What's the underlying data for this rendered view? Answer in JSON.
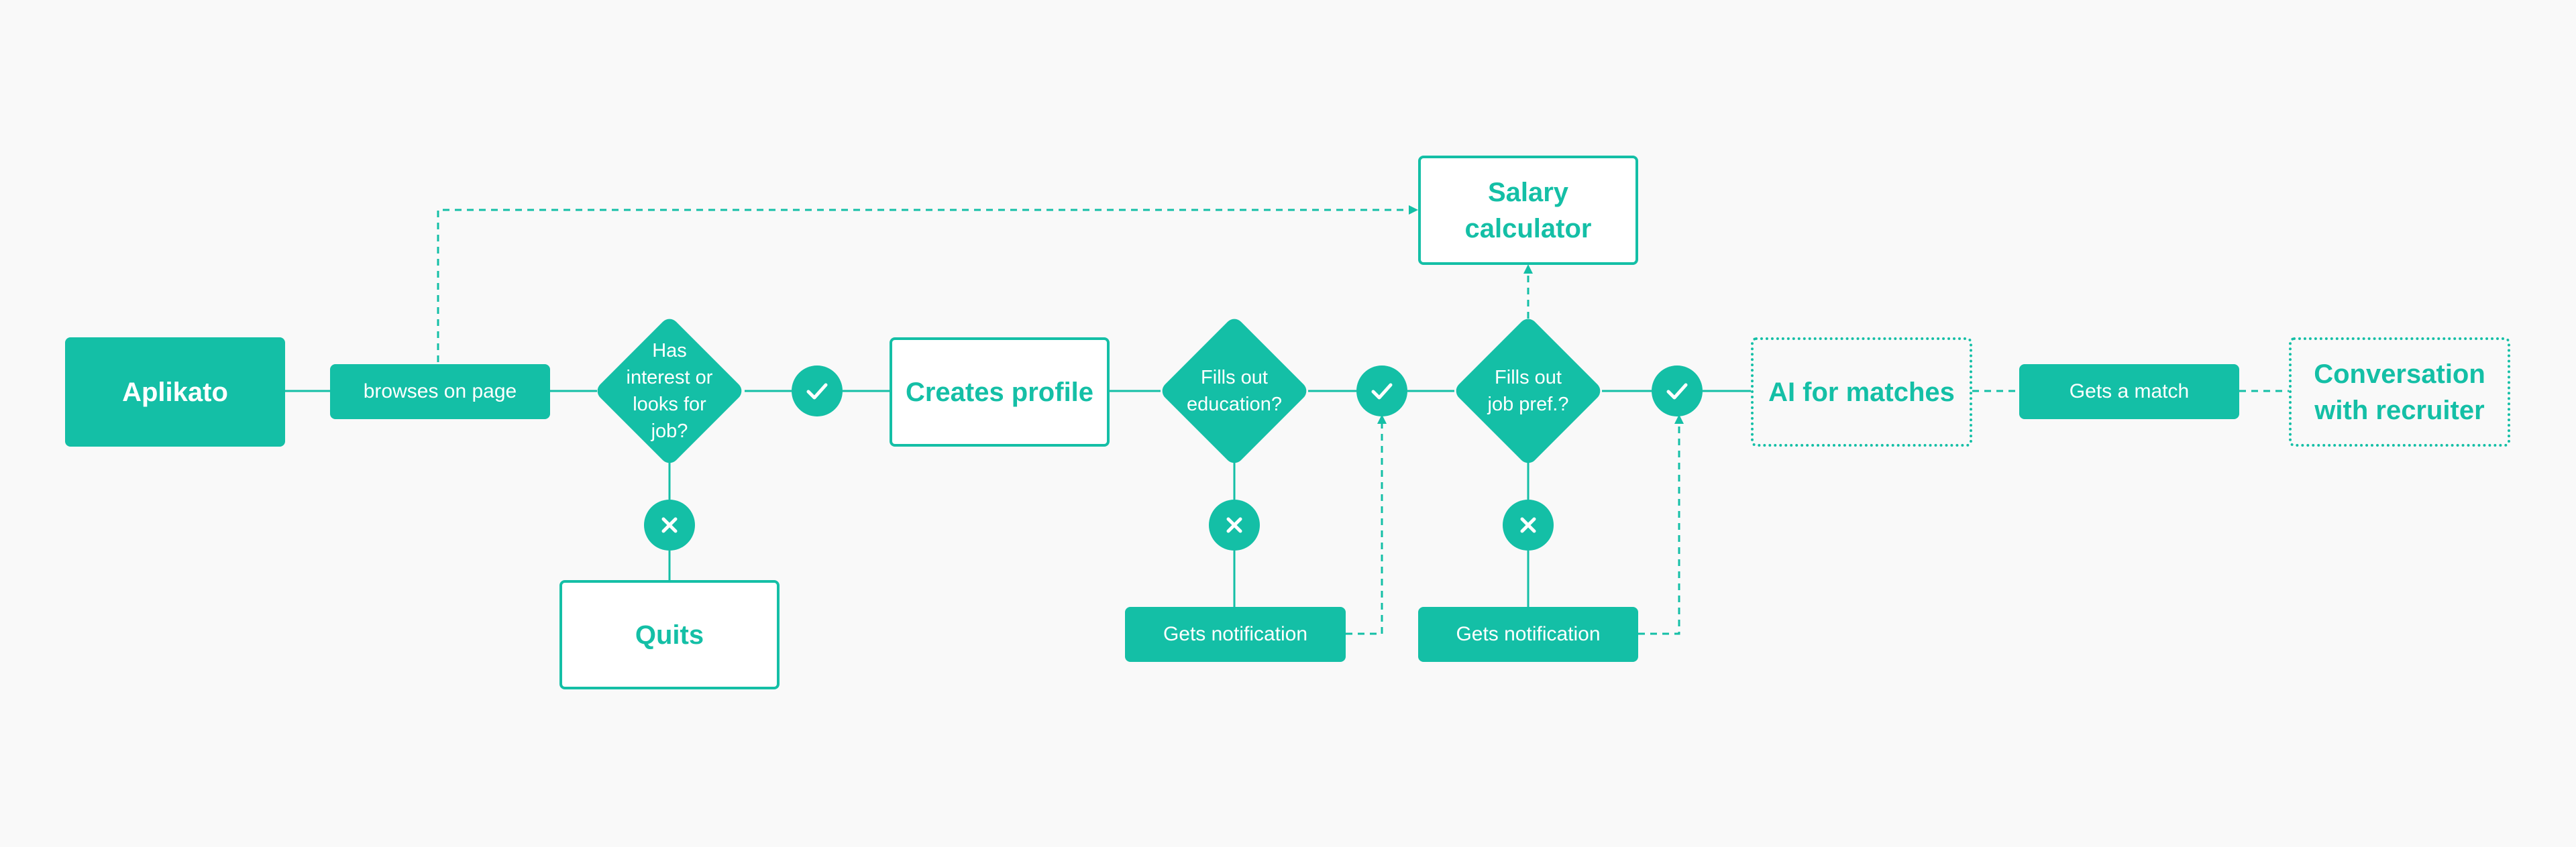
{
  "nodes": {
    "start": "Aplikato",
    "browses": "browses on page",
    "decision_interest": [
      "Has",
      "interest or",
      "looks for",
      "job?"
    ],
    "quits": "Quits",
    "creates_profile": "Creates profile",
    "decision_education": [
      "Fills out",
      "education?"
    ],
    "notification_1": "Gets notification",
    "salary_calculator": [
      "Salary",
      "calculator"
    ],
    "decision_jobpref": [
      "Fills out",
      "job pref.?"
    ],
    "notification_2": "Gets notification",
    "ai_matches": "AI for matches",
    "gets_match": "Gets a match",
    "conversation": [
      "Conversation",
      "with recruiter"
    ]
  },
  "icons": {
    "yes": "check-icon",
    "no": "x-icon",
    "arrow": "arrow-head-icon"
  },
  "colors": {
    "accent": "#14bfa6",
    "background": "#f9f9f9"
  }
}
